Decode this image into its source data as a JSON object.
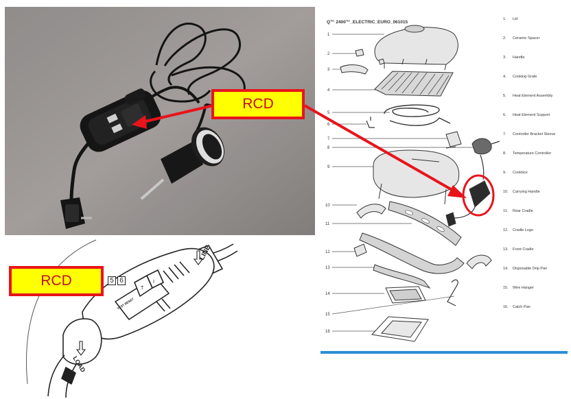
{
  "labels": {
    "rcd_top": "RCD",
    "rcd_bottom": "RCD",
    "callout_a": "5",
    "callout_b": "6"
  },
  "illustration_text": {
    "line": "LINE",
    "load": "LOAD",
    "panel": "TEST RESET"
  },
  "diagram": {
    "title": "Q™ 2400™_ELECTRIC_EURO_061015",
    "part_numbers": [
      "1",
      "2",
      "3",
      "4",
      "5",
      "6",
      "7",
      "8",
      "9",
      "10",
      "11",
      "12",
      "13",
      "14",
      "15",
      "16"
    ]
  },
  "legend": [
    {
      "num": "1.",
      "name": "Lid"
    },
    {
      "num": "2.",
      "name": "Ceramic Spacer"
    },
    {
      "num": "3.",
      "name": "Handle"
    },
    {
      "num": "4.",
      "name": "Cooking Grate"
    },
    {
      "num": "5.",
      "name": "Heat Element Assembly"
    },
    {
      "num": "6.",
      "name": "Heat Element Support"
    },
    {
      "num": "7.",
      "name": "Controller Bracket Sleeve"
    },
    {
      "num": "8.",
      "name": "Temperature Controller"
    },
    {
      "num": "9.",
      "name": "Cookbox"
    },
    {
      "num": "10.",
      "name": "Carrying Handle"
    },
    {
      "num": "11.",
      "name": "Rear Cradle"
    },
    {
      "num": "12.",
      "name": "Cradle Logo"
    },
    {
      "num": "13.",
      "name": "Front Cradle"
    },
    {
      "num": "14.",
      "name": "Disposable Drip Pan"
    },
    {
      "num": "15.",
      "name": "Wire Hanger"
    },
    {
      "num": "16.",
      "name": "Catch Pan"
    }
  ],
  "colors": {
    "highlight": "#e8141b",
    "label_fill": "#ffff00",
    "blue_rule": "#2a8fd6"
  },
  "icons": [
    "arrow-down-icon"
  ]
}
